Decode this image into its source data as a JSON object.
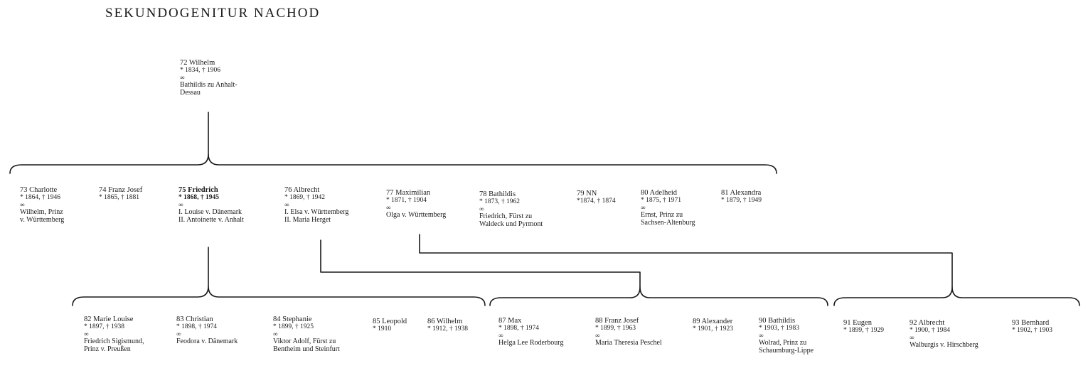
{
  "title": "SEKUNDOGENITUR NACHOD",
  "marriage_symbol": "∞",
  "people": [
    {
      "id": "72",
      "name": "72 Wilhelm",
      "dates": "* 1834, † 1906",
      "married": true,
      "spouse": [
        "Bathildis zu Anhalt-",
        "Dessau"
      ]
    },
    {
      "id": "73",
      "name": "73 Charlotte",
      "dates": "* 1864, † 1946",
      "married": true,
      "spouse": [
        "Wilhelm, Prinz",
        "v. Württemberg"
      ]
    },
    {
      "id": "74",
      "name": "74 Franz Josef",
      "dates": "* 1865, † 1881",
      "married": false,
      "spouse": []
    },
    {
      "id": "75",
      "name": "75 Friedrich",
      "dates": "* 1868, † 1945",
      "married": true,
      "emphasis": true,
      "spouse": [
        "I. Louise v. Dänemark",
        "II. Antoinette v. Anhalt"
      ]
    },
    {
      "id": "76",
      "name": "76 Albrecht",
      "dates": "* 1869, † 1942",
      "married": true,
      "spouse": [
        "I. Elsa v. Württemberg",
        "II. Maria Herget"
      ]
    },
    {
      "id": "77",
      "name": "77 Maximilian",
      "dates": "* 1871, † 1904",
      "married": true,
      "spouse": [
        "Olga v. Württemberg"
      ]
    },
    {
      "id": "78",
      "name": "78 Bathildis",
      "dates": "* 1873, † 1962",
      "married": true,
      "spouse": [
        "Friedrich, Fürst zu",
        "Waldeck und Pyrmont"
      ]
    },
    {
      "id": "79",
      "name": "79 NN",
      "dates": "*1874, † 1874",
      "married": false,
      "spouse": []
    },
    {
      "id": "80",
      "name": "80 Adelheid",
      "dates": "* 1875, † 1971",
      "married": true,
      "spouse": [
        "Ernst, Prinz zu",
        "Sachsen-Altenburg"
      ]
    },
    {
      "id": "81",
      "name": "81 Alexandra",
      "dates": "* 1879, † 1949",
      "married": false,
      "spouse": []
    },
    {
      "id": "82",
      "name": "82 Marie Louise",
      "dates": "* 1897, † 1938",
      "married": true,
      "spouse": [
        "Friedrich Sigismund,",
        "Prinz v. Preußen"
      ]
    },
    {
      "id": "83",
      "name": "83 Christian",
      "dates": "* 1898, † 1974",
      "married": true,
      "spouse": [
        "Feodora v. Dänemark"
      ]
    },
    {
      "id": "84",
      "name": "84 Stephanie",
      "dates": "* 1899, † 1925",
      "married": true,
      "spouse": [
        "Viktor Adolf, Fürst zu",
        "Bentheim und Steinfurt"
      ]
    },
    {
      "id": "85",
      "name": "85 Leopold",
      "dates": "* 1910",
      "married": false,
      "spouse": []
    },
    {
      "id": "86",
      "name": "86 Wilhelm",
      "dates": "* 1912, † 1938",
      "married": false,
      "spouse": []
    },
    {
      "id": "87",
      "name": "87 Max",
      "dates": "* 1898, † 1974",
      "married": true,
      "spouse": [
        "Helga Lee Roderbourg"
      ]
    },
    {
      "id": "88",
      "name": "88 Franz Josef",
      "dates": "* 1899, † 1963",
      "married": true,
      "spouse": [
        "Maria Theresia Peschel"
      ]
    },
    {
      "id": "89",
      "name": "89 Alexander",
      "dates": "* 1901, † 1923",
      "married": false,
      "spouse": []
    },
    {
      "id": "90",
      "name": "90 Bathildis",
      "dates": "* 1903, † 1983",
      "married": true,
      "spouse": [
        "Wolrad, Prinz zu",
        "Schaumburg-Lippe"
      ]
    },
    {
      "id": "91",
      "name": "91 Eugen",
      "dates": "* 1899, † 1929",
      "married": false,
      "spouse": []
    },
    {
      "id": "92",
      "name": "92 Albrecht",
      "dates": "* 1900, † 1984",
      "married": true,
      "spouse": [
        "Walburgis v. Hirschberg"
      ]
    },
    {
      "id": "93",
      "name": "93 Bernhard",
      "dates": "* 1902, † 1903",
      "married": false,
      "spouse": []
    }
  ]
}
